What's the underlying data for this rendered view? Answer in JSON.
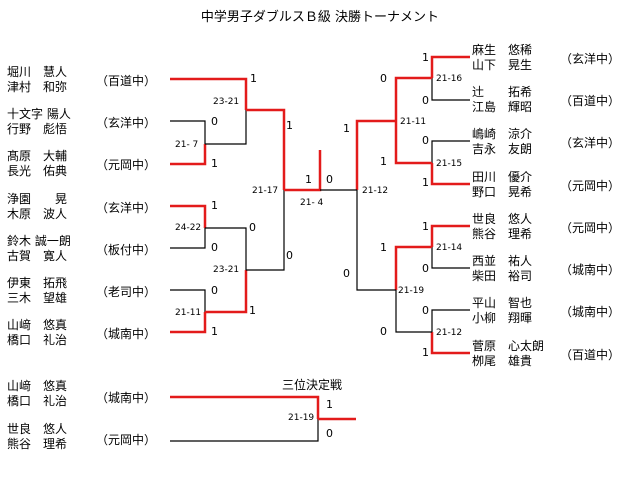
{
  "title": "中学男子ダブルスＢ級 決勝トーナメント",
  "third_place_title": "三位決定戦",
  "left": [
    {
      "p1": "堀川　慧人",
      "p2": "津村　和弥",
      "school": "（百道中）"
    },
    {
      "p1": "十文字 陽人",
      "p2": "行野　彪悟",
      "school": "（玄洋中）"
    },
    {
      "p1": "髙原　大輔",
      "p2": "長光　佑典",
      "school": "（元岡中）"
    },
    {
      "p1": "浄園　　晃",
      "p2": "木原　波人",
      "school": "（玄洋中）"
    },
    {
      "p1": "鈴木 誠一朗",
      "p2": "古賀　寛人",
      "school": "（板付中）"
    },
    {
      "p1": "伊東　拓飛",
      "p2": "三木　望雄",
      "school": "（老司中）"
    },
    {
      "p1": "山﨑　悠真",
      "p2": "橋口　礼治",
      "school": "（城南中）"
    }
  ],
  "right": [
    {
      "p1": "麻生　悠稀",
      "p2": "山下　晃生",
      "school": "（玄洋中）"
    },
    {
      "p1": "辻　　拓希",
      "p2": "江島　輝昭",
      "school": "（百道中）"
    },
    {
      "p1": "嶋崎　涼介",
      "p2": "吉永　友朗",
      "school": "（玄洋中）"
    },
    {
      "p1": "田川　優介",
      "p2": "野口　晃希",
      "school": "（元岡中）"
    },
    {
      "p1": "世良　悠人",
      "p2": "熊谷　理希",
      "school": "（元岡中）"
    },
    {
      "p1": "西並　祐人",
      "p2": "柴田　裕司",
      "school": "（城南中）"
    },
    {
      "p1": "平山　智也",
      "p2": "小柳　翔暉",
      "school": "（城南中）"
    },
    {
      "p1": "菅原　心太朗",
      "p2": "栁尾　雄貴",
      "school": "（百道中）"
    }
  ],
  "third_place": [
    {
      "p1": "山﨑　悠真",
      "p2": "橋口　礼治",
      "school": "（城南中）"
    },
    {
      "p1": "世良　悠人",
      "p2": "熊谷　理希",
      "school": "（元岡中）"
    }
  ],
  "scores": {
    "l_r1_a": "21- 7",
    "l_r1_b": "24-22",
    "l_r1_c": "21-11",
    "l_r2_a": "23-21",
    "l_r2_b": "23-21",
    "l_sf": "21-17",
    "final": "21- 4",
    "r_sf": "21-12",
    "r_r2_a": "21-11",
    "r_r2_b": "21-19",
    "r_r1_a": "21-16",
    "r_r1_b": "21-15",
    "r_r1_c": "21-14",
    "r_r1_d": "21-12",
    "third": "21-19"
  },
  "marks": [
    "1",
    "0"
  ],
  "colors": {
    "winner": "#e31b1b",
    "loser": "#000000"
  }
}
